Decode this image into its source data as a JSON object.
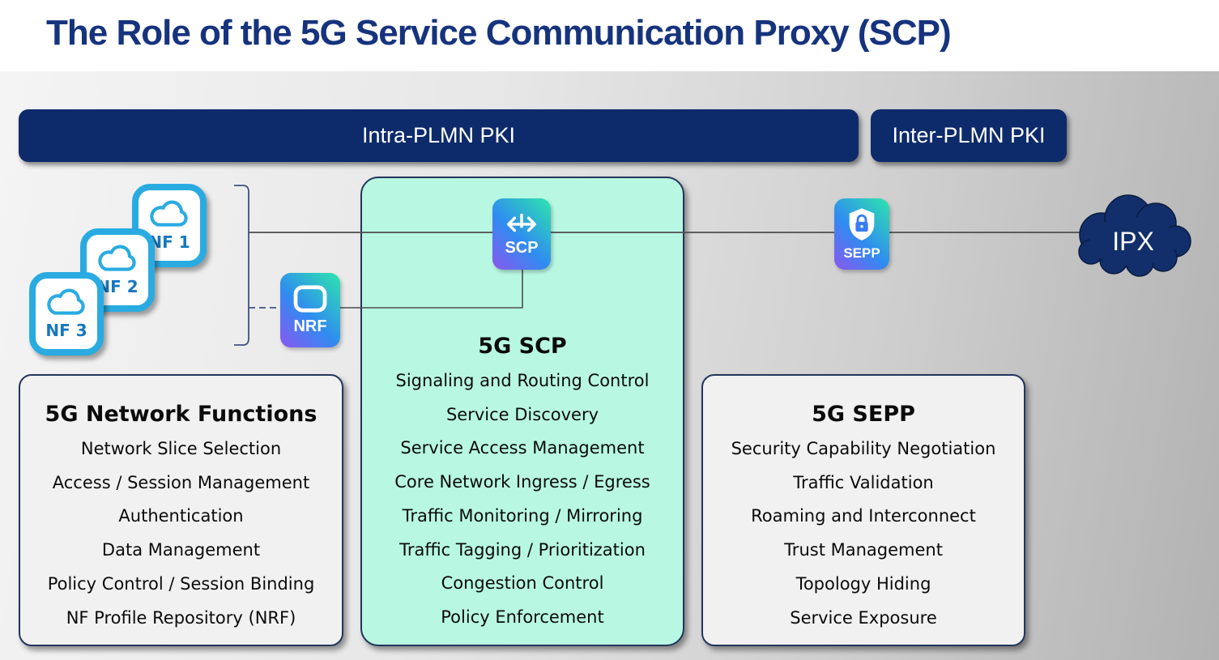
{
  "title": "The Role of the 5G Service Communication Proxy (SCP)",
  "banners": {
    "intra_plmn": "Intra-PLMN PKI",
    "inter_plmn": "Inter-PLMN PKI"
  },
  "network": {
    "nf_nodes": [
      {
        "label": "NF 1",
        "icon": "cloud-icon"
      },
      {
        "label": "NF 2",
        "icon": "cloud-icon"
      },
      {
        "label": "NF 3",
        "icon": "cloud-icon"
      }
    ],
    "nrf": {
      "label": "NRF",
      "icon": "registry-frame-icon"
    },
    "scp": {
      "label": "SCP",
      "icon": "bidirectional-arrow-icon"
    },
    "sepp": {
      "label": "SEPP",
      "icon": "shield-lock-icon"
    },
    "ipx": {
      "label": "IPX",
      "icon": "cloud-shape"
    }
  },
  "boxes": {
    "network_functions": {
      "title": "5G Network Functions",
      "items": [
        "Network Slice Selection",
        "Access / Session Management",
        "Authentication",
        "Data Management",
        "Policy Control / Session Binding",
        "NF Profile Repository (NRF)"
      ]
    },
    "scp": {
      "title": "5G SCP",
      "items": [
        "Signaling and Routing Control",
        "Service Discovery",
        "Service Access Management",
        "Core Network Ingress / Egress",
        "Traffic Monitoring / Mirroring",
        "Traffic Tagging / Prioritization",
        "Congestion Control",
        "Policy Enforcement"
      ]
    },
    "sepp": {
      "title": "5G SEPP",
      "items": [
        "Security Capability Negotiation",
        "Traffic Validation",
        "Roaming and Interconnect",
        "Trust Management",
        "Topology Hiding",
        "Service Exposure"
      ]
    }
  },
  "colors": {
    "title_text": "#16337d",
    "banner_fill": "#0d2b6b",
    "mint_fill": "#b8f8e3",
    "box_fill": "#f1f1f1",
    "nf_border_blue": "#29abe2",
    "ipx_navy": "#122f6b",
    "tile_gradient_teal": "#2ee6ac",
    "tile_gradient_blue": "#2f8cf0",
    "tile_gradient_purple": "#8b57f0",
    "connector_gray": "#4d4d4d"
  }
}
